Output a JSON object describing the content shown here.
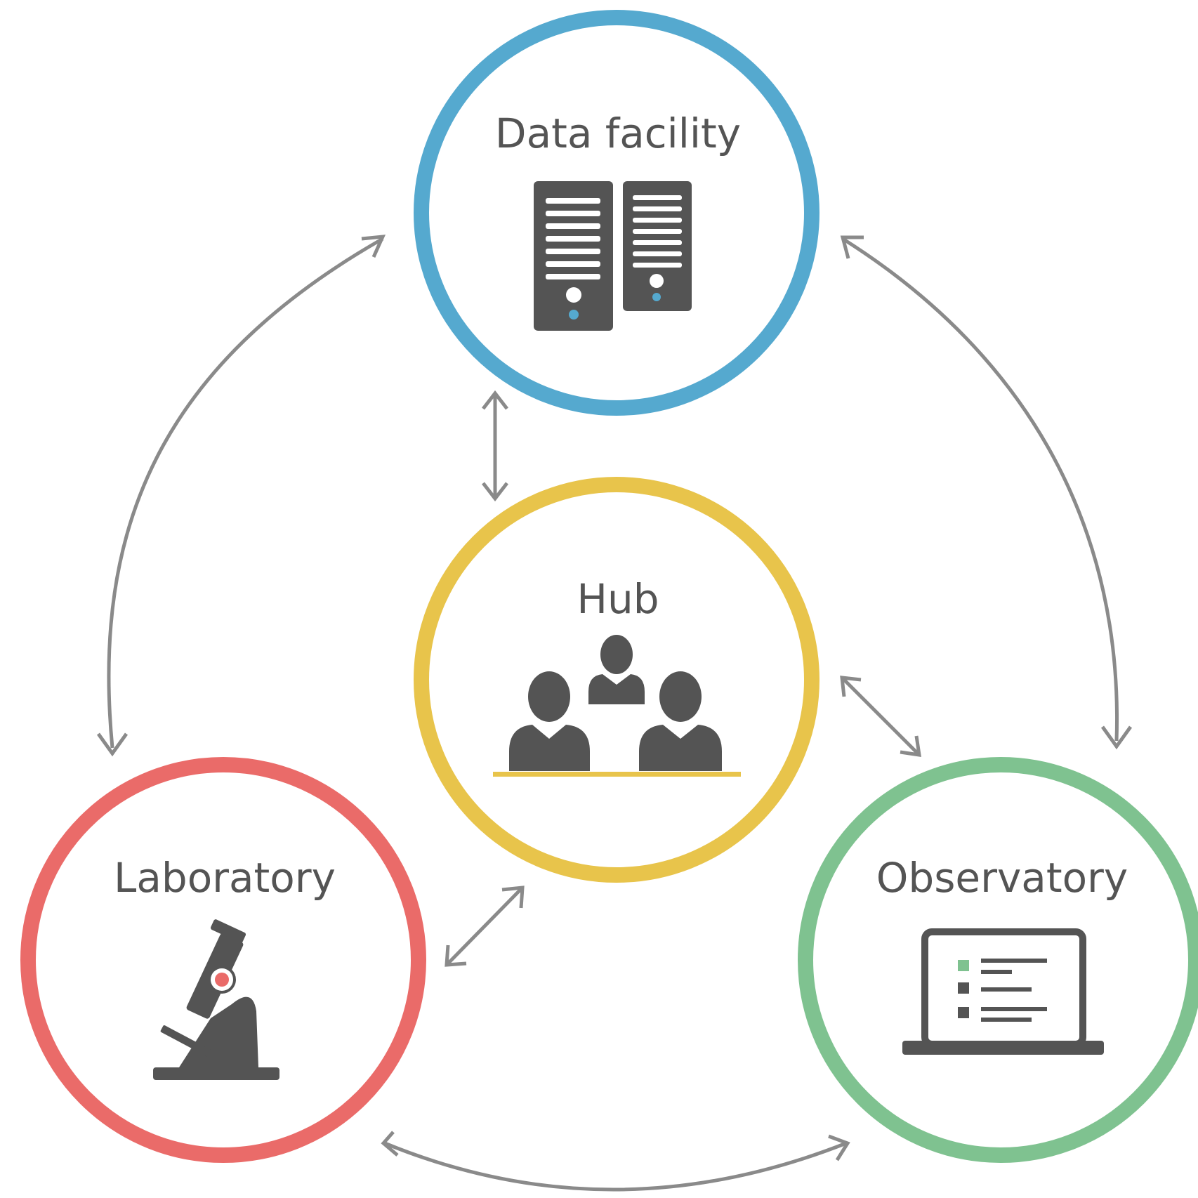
{
  "nodes": {
    "data_facility": {
      "label": "Data facility",
      "color": "#55a9cf",
      "icon": "server-icon"
    },
    "hub": {
      "label": "Hub",
      "color": "#e8c44b",
      "icon": "people-icon"
    },
    "laboratory": {
      "label": "Laboratory",
      "color": "#ea6b69",
      "icon": "microscope-icon"
    },
    "observatory": {
      "label": "Observatory",
      "color": "#7fc290",
      "icon": "laptop-icon"
    }
  },
  "colors": {
    "connector": "#8a8a8a",
    "icon": "#545454"
  }
}
